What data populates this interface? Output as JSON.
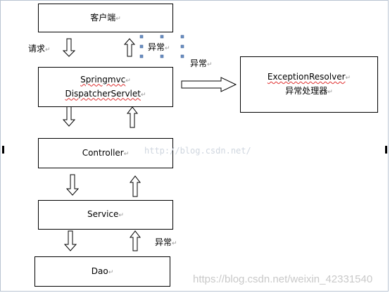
{
  "nodes": {
    "client": "客户端",
    "springmvc_line1": "Springmvc",
    "springmvc_line2": "DispatcherServlet",
    "controller": "Controller",
    "service": "Service",
    "dao": "Dao",
    "resolver_line1": "ExceptionResolver",
    "resolver_line2": "异常处理器"
  },
  "labels": {
    "request": "请求",
    "exception_client": "异常",
    "exception_resolver": "异常",
    "exception_dao": "异常"
  },
  "paragraph_mark": "↵",
  "watermarks": {
    "center": "http://blog.csdn.net/",
    "bottom": "https://blog.csdn.net/weixin_42331540"
  },
  "colors": {
    "selection_handle": "#6a8fc4",
    "spell_underline": "#e03030"
  }
}
